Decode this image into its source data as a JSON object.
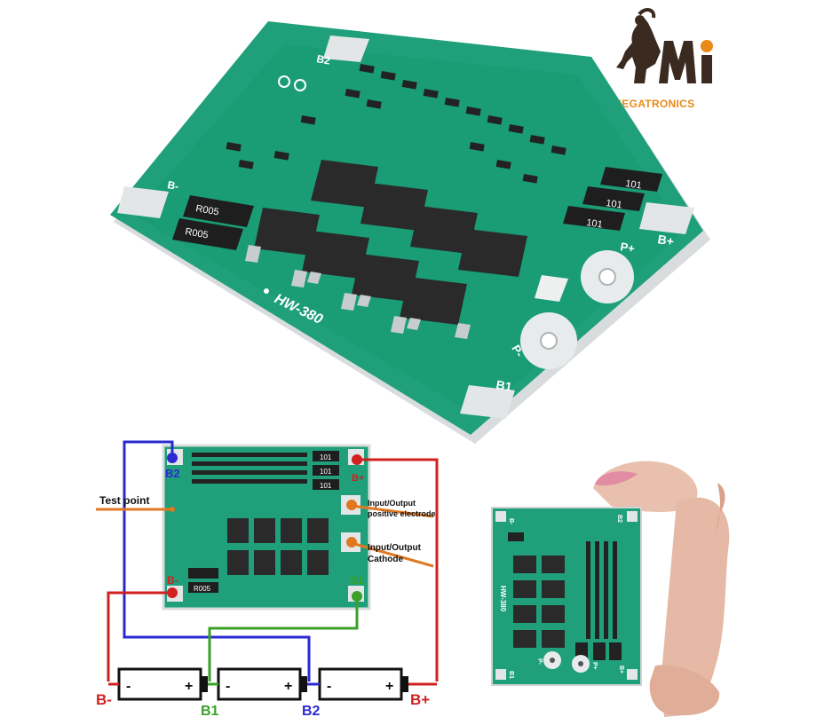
{
  "brand": {
    "name": "MEGATRONICS",
    "mark": "Mi",
    "accent_orange": "#e8891a",
    "accent_dark": "#3a2a20"
  },
  "board_top": {
    "model": "HW-380",
    "pads": [
      "B2",
      "B-",
      "B+",
      "B1",
      "P+",
      "P-"
    ],
    "resistor_labels": [
      "101",
      "101",
      "101",
      "R005",
      "R005"
    ],
    "pcb_color": "#1fa07a"
  },
  "diagram": {
    "pad_labels": {
      "b2": "B2",
      "b_plus": "B+",
      "b_minus": "B-",
      "b1": "B1"
    },
    "annotations": {
      "test_point": "Test point",
      "positive_line1": "Input/Output",
      "positive_line2": "positive electrode",
      "cathode_line1": "Input/Output",
      "cathode_line2": "Cathode"
    },
    "battery_signs": {
      "minus": "-",
      "plus": "+"
    },
    "bottom_labels": {
      "b_minus": "B-",
      "b1": "B1",
      "b2": "B2",
      "b_plus": "B+"
    },
    "wire_colors": {
      "red": "#d02020",
      "blue": "#2a2ad0",
      "green": "#3aa028",
      "orange": "#e07820"
    },
    "resistor_labels": [
      "101",
      "101",
      "101",
      "R005"
    ]
  },
  "photo_hand": {
    "board_labels": [
      "B-",
      "B2",
      "HW-380",
      "B1",
      "P-",
      "P+",
      "B+"
    ]
  }
}
